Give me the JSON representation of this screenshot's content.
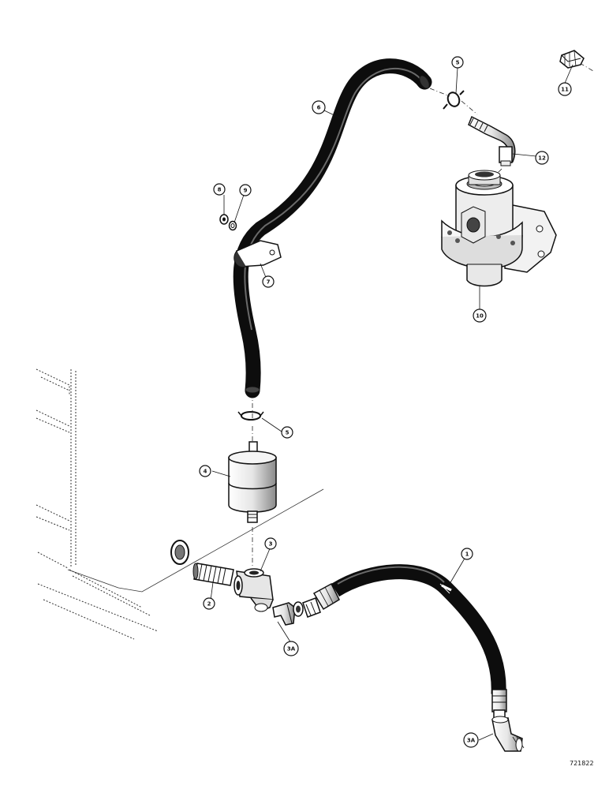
{
  "figure_id": "721822",
  "callouts": {
    "c1": "1",
    "c2": "2",
    "c3": "3",
    "c3a_top": "3A",
    "c3a_bottom": "3A",
    "c4": "4",
    "c5_top": "5",
    "c5_bottom": "5",
    "c6": "6",
    "c7": "7",
    "c8": "8",
    "c9": "9",
    "c10": "10",
    "c11": "11",
    "c12": "12"
  },
  "colors": {
    "ink": "#111111",
    "hose": "#0d0d0d",
    "paper": "#ffffff",
    "metal_light": "#f2f2f2",
    "metal_mid": "#bdbdbd"
  }
}
